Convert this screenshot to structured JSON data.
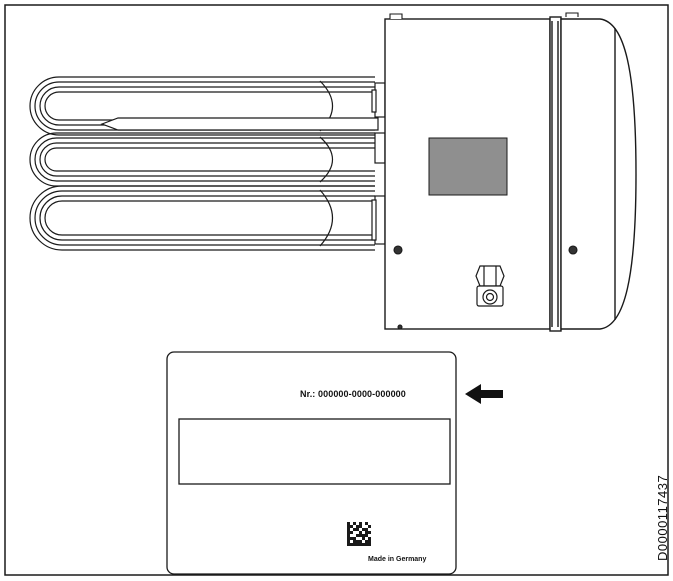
{
  "nameplate": {
    "serial_label": "Nr.: 000000-0000-000000",
    "made_in": "Made in Germany"
  },
  "document_code": "D0000117437",
  "colors": {
    "line": "#1a1a1a",
    "display_window": "#8f8f8f",
    "background": "#ffffff"
  },
  "icons": {
    "pointer": "arrow-left-icon",
    "matrix_code": "data-matrix-code-icon"
  }
}
